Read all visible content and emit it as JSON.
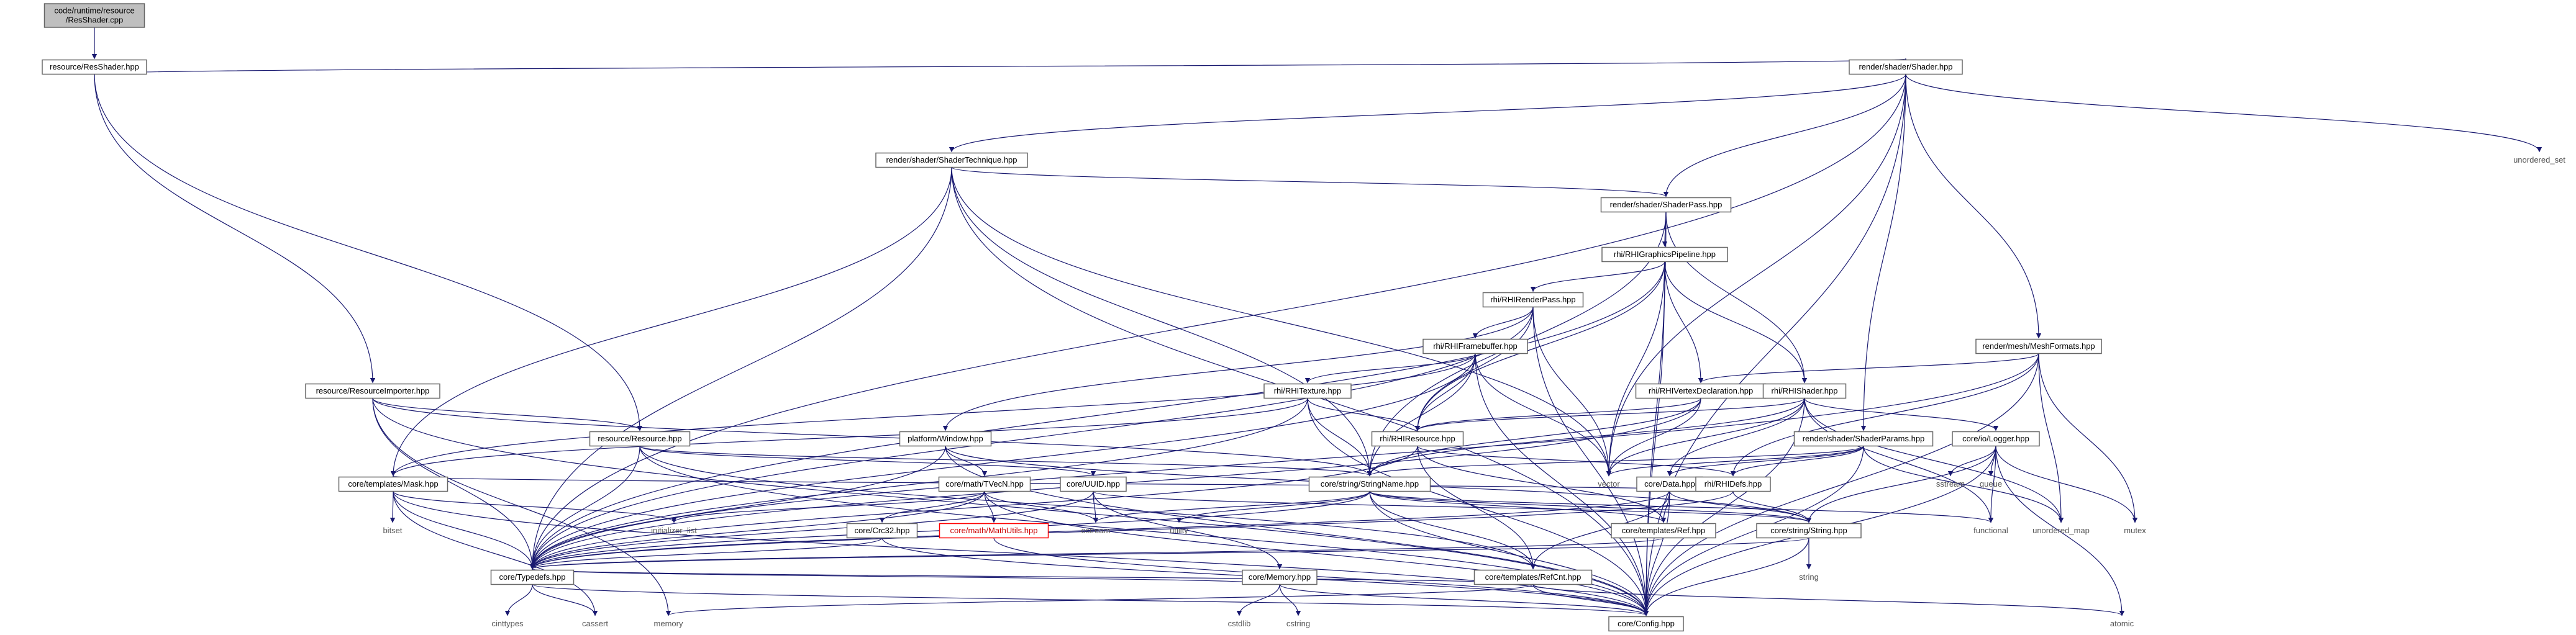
{
  "graph": {
    "edge_color": "#191970",
    "missing_color": "#ff0000",
    "nodes": [
      {
        "id": "res_shader_cpp",
        "lines": [
          "code/runtime/resource",
          "/ResShader.cpp"
        ],
        "kind": "root",
        "icon": "file-icon"
      },
      {
        "id": "res_shader_hpp",
        "lines": [
          "resource/ResShader.hpp"
        ],
        "kind": "box",
        "icon": "file-icon"
      },
      {
        "id": "shader_hpp",
        "lines": [
          "render/shader/Shader.hpp"
        ],
        "kind": "box",
        "icon": "file-icon"
      },
      {
        "id": "unordered_set",
        "lines": [
          "unordered_set"
        ],
        "kind": "plain",
        "icon": "file-icon"
      },
      {
        "id": "shader_technique",
        "lines": [
          "render/shader/ShaderTechnique.hpp"
        ],
        "kind": "box",
        "icon": "file-icon"
      },
      {
        "id": "shader_pass",
        "lines": [
          "render/shader/ShaderPass.hpp"
        ],
        "kind": "box",
        "icon": "file-icon"
      },
      {
        "id": "rhi_graphics_pipeline",
        "lines": [
          "rhi/RHIGraphicsPipeline.hpp"
        ],
        "kind": "box",
        "icon": "file-icon"
      },
      {
        "id": "rhi_render_pass",
        "lines": [
          "rhi/RHIRenderPass.hpp"
        ],
        "kind": "box",
        "icon": "file-icon"
      },
      {
        "id": "mesh_formats",
        "lines": [
          "render/mesh/MeshFormats.hpp"
        ],
        "kind": "box",
        "icon": "file-icon"
      },
      {
        "id": "rhi_framebuffer",
        "lines": [
          "rhi/RHIFramebuffer.hpp"
        ],
        "kind": "box",
        "icon": "file-icon"
      },
      {
        "id": "resource_importer",
        "lines": [
          "resource/ResourceImporter.hpp"
        ],
        "kind": "box",
        "icon": "file-icon"
      },
      {
        "id": "rhi_texture",
        "lines": [
          "rhi/RHITexture.hpp"
        ],
        "kind": "box",
        "icon": "file-icon"
      },
      {
        "id": "rhi_vertex_decl",
        "lines": [
          "rhi/RHIVertexDeclaration.hpp"
        ],
        "kind": "box",
        "icon": "file-icon"
      },
      {
        "id": "rhi_shader",
        "lines": [
          "rhi/RHIShader.hpp"
        ],
        "kind": "box",
        "icon": "file-icon"
      },
      {
        "id": "platform_window",
        "lines": [
          "platform/Window.hpp"
        ],
        "kind": "box",
        "icon": "file-icon"
      },
      {
        "id": "resource_resource",
        "lines": [
          "resource/Resource.hpp"
        ],
        "kind": "box",
        "icon": "file-icon"
      },
      {
        "id": "rhi_resource",
        "lines": [
          "rhi/RHIResource.hpp"
        ],
        "kind": "box",
        "icon": "file-icon"
      },
      {
        "id": "shader_params",
        "lines": [
          "render/shader/ShaderParams.hpp"
        ],
        "kind": "box",
        "icon": "file-icon"
      },
      {
        "id": "logger",
        "lines": [
          "core/io/Logger.hpp"
        ],
        "kind": "box",
        "icon": "file-icon"
      },
      {
        "id": "mask",
        "lines": [
          "core/templates/Mask.hpp"
        ],
        "kind": "box",
        "icon": "file-icon"
      },
      {
        "id": "tvecn",
        "lines": [
          "core/math/TVecN.hpp"
        ],
        "kind": "box",
        "icon": "file-icon"
      },
      {
        "id": "uuid",
        "lines": [
          "core/UUID.hpp"
        ],
        "kind": "box",
        "icon": "file-icon"
      },
      {
        "id": "string_name",
        "lines": [
          "core/string/StringName.hpp"
        ],
        "kind": "box",
        "icon": "file-icon"
      },
      {
        "id": "vector",
        "lines": [
          "vector"
        ],
        "kind": "plain",
        "icon": "file-icon"
      },
      {
        "id": "core_data",
        "lines": [
          "core/Data.hpp"
        ],
        "kind": "box",
        "icon": "file-icon"
      },
      {
        "id": "rhi_defs",
        "lines": [
          "rhi/RHIDefs.hpp"
        ],
        "kind": "box",
        "icon": "file-icon"
      },
      {
        "id": "sstream",
        "lines": [
          "sstream"
        ],
        "kind": "plain",
        "icon": "file-icon"
      },
      {
        "id": "queue",
        "lines": [
          "queue"
        ],
        "kind": "plain",
        "icon": "file-icon"
      },
      {
        "id": "bitset",
        "lines": [
          "bitset"
        ],
        "kind": "plain",
        "icon": "file-icon"
      },
      {
        "id": "initializer_list",
        "lines": [
          "initializer_list"
        ],
        "kind": "plain",
        "icon": "file-icon"
      },
      {
        "id": "crc32",
        "lines": [
          "core/Crc32.hpp"
        ],
        "kind": "box",
        "icon": "file-icon"
      },
      {
        "id": "math_utils",
        "lines": [
          "core/math/MathUtils.hpp"
        ],
        "kind": "missing",
        "icon": "file-icon"
      },
      {
        "id": "ostream",
        "lines": [
          "ostream"
        ],
        "kind": "plain",
        "icon": "file-icon"
      },
      {
        "id": "utility",
        "lines": [
          "utility"
        ],
        "kind": "plain",
        "icon": "file-icon"
      },
      {
        "id": "ref",
        "lines": [
          "core/templates/Ref.hpp"
        ],
        "kind": "box",
        "icon": "file-icon"
      },
      {
        "id": "string_hpp",
        "lines": [
          "core/string/String.hpp"
        ],
        "kind": "box",
        "icon": "file-icon"
      },
      {
        "id": "functional",
        "lines": [
          "functional"
        ],
        "kind": "plain",
        "icon": "file-icon"
      },
      {
        "id": "unordered_map",
        "lines": [
          "unordered_map"
        ],
        "kind": "plain",
        "icon": "file-icon"
      },
      {
        "id": "mutex",
        "lines": [
          "mutex"
        ],
        "kind": "plain",
        "icon": "file-icon"
      },
      {
        "id": "memory_hpp",
        "lines": [
          "core/Memory.hpp"
        ],
        "kind": "box",
        "icon": "file-icon"
      },
      {
        "id": "cstdlib",
        "lines": [
          "cstdlib"
        ],
        "kind": "plain",
        "icon": "file-icon"
      },
      {
        "id": "cstring",
        "lines": [
          "cstring"
        ],
        "kind": "plain",
        "icon": "file-icon"
      },
      {
        "id": "typedefs",
        "lines": [
          "core/Typedefs.hpp"
        ],
        "kind": "box",
        "icon": "file-icon"
      },
      {
        "id": "refcnt",
        "lines": [
          "core/templates/RefCnt.hpp"
        ],
        "kind": "box",
        "icon": "file-icon"
      },
      {
        "id": "string_std",
        "lines": [
          "string"
        ],
        "kind": "plain",
        "icon": "file-icon"
      },
      {
        "id": "cinttypes",
        "lines": [
          "cinttypes"
        ],
        "kind": "plain",
        "icon": "file-icon"
      },
      {
        "id": "cassert",
        "lines": [
          "cassert"
        ],
        "kind": "plain",
        "icon": "file-icon"
      },
      {
        "id": "memory_std",
        "lines": [
          "memory"
        ],
        "kind": "plain",
        "icon": "file-icon"
      },
      {
        "id": "config",
        "lines": [
          "core/Config.hpp"
        ],
        "kind": "box",
        "icon": "file-icon"
      },
      {
        "id": "atomic",
        "lines": [
          "atomic"
        ],
        "kind": "plain",
        "icon": "file-icon"
      }
    ],
    "edges": [
      [
        "res_shader_cpp",
        "res_shader_hpp"
      ],
      [
        "res_shader_hpp",
        "shader_hpp"
      ],
      [
        "res_shader_hpp",
        "resource_importer"
      ],
      [
        "res_shader_hpp",
        "resource_resource"
      ],
      [
        "shader_hpp",
        "unordered_set"
      ],
      [
        "shader_hpp",
        "shader_technique"
      ],
      [
        "shader_hpp",
        "shader_pass"
      ],
      [
        "shader_hpp",
        "mesh_formats"
      ],
      [
        "shader_hpp",
        "shader_params"
      ],
      [
        "shader_hpp",
        "vector"
      ],
      [
        "shader_hpp",
        "config"
      ],
      [
        "shader_hpp",
        "typedefs"
      ],
      [
        "shader_technique",
        "shader_pass"
      ],
      [
        "shader_technique",
        "string_name"
      ],
      [
        "shader_technique",
        "vector"
      ],
      [
        "shader_technique",
        "mask"
      ],
      [
        "shader_technique",
        "typedefs"
      ],
      [
        "shader_technique",
        "config"
      ],
      [
        "shader_pass",
        "rhi_graphics_pipeline"
      ],
      [
        "shader_pass",
        "rhi_shader"
      ],
      [
        "shader_pass",
        "string_name"
      ],
      [
        "shader_pass",
        "config"
      ],
      [
        "rhi_graphics_pipeline",
        "rhi_render_pass"
      ],
      [
        "rhi_graphics_pipeline",
        "rhi_vertex_decl"
      ],
      [
        "rhi_graphics_pipeline",
        "rhi_shader"
      ],
      [
        "rhi_graphics_pipeline",
        "rhi_resource"
      ],
      [
        "rhi_graphics_pipeline",
        "vector"
      ],
      [
        "rhi_graphics_pipeline",
        "typedefs"
      ],
      [
        "rhi_graphics_pipeline",
        "config"
      ],
      [
        "rhi_render_pass",
        "rhi_framebuffer"
      ],
      [
        "rhi_render_pass",
        "rhi_resource"
      ],
      [
        "rhi_render_pass",
        "vector"
      ],
      [
        "rhi_render_pass",
        "typedefs"
      ],
      [
        "rhi_render_pass",
        "platform_window"
      ],
      [
        "rhi_render_pass",
        "config"
      ],
      [
        "mesh_formats",
        "rhi_vertex_decl"
      ],
      [
        "mesh_formats",
        "rhi_defs"
      ],
      [
        "mesh_formats",
        "unordered_map"
      ],
      [
        "mesh_formats",
        "mutex"
      ],
      [
        "mesh_formats",
        "config"
      ],
      [
        "mesh_formats",
        "typedefs"
      ],
      [
        "rhi_framebuffer",
        "rhi_texture"
      ],
      [
        "rhi_framebuffer",
        "rhi_resource"
      ],
      [
        "rhi_framebuffer",
        "vector"
      ],
      [
        "rhi_framebuffer",
        "string_name"
      ],
      [
        "rhi_framebuffer",
        "mask"
      ],
      [
        "rhi_framebuffer",
        "typedefs"
      ],
      [
        "rhi_framebuffer",
        "config"
      ],
      [
        "resource_importer",
        "resource_resource"
      ],
      [
        "resource_importer",
        "string_name"
      ],
      [
        "resource_importer",
        "typedefs"
      ],
      [
        "resource_importer",
        "memory_std"
      ],
      [
        "resource_importer",
        "config"
      ],
      [
        "rhi_texture",
        "rhi_resource"
      ],
      [
        "rhi_texture",
        "string_name"
      ],
      [
        "rhi_texture",
        "mask"
      ],
      [
        "rhi_texture",
        "typedefs"
      ],
      [
        "rhi_texture",
        "config"
      ],
      [
        "rhi_vertex_decl",
        "rhi_resource"
      ],
      [
        "rhi_vertex_decl",
        "vector"
      ],
      [
        "rhi_vertex_decl",
        "string_name"
      ],
      [
        "rhi_vertex_decl",
        "typedefs"
      ],
      [
        "rhi_shader",
        "rhi_resource"
      ],
      [
        "rhi_shader",
        "vector"
      ],
      [
        "rhi_shader",
        "core_data"
      ],
      [
        "rhi_shader",
        "logger"
      ],
      [
        "rhi_shader",
        "unordered_map"
      ],
      [
        "rhi_shader",
        "functional"
      ],
      [
        "rhi_shader",
        "string_name"
      ],
      [
        "rhi_shader",
        "config"
      ],
      [
        "platform_window",
        "tvecn"
      ],
      [
        "platform_window",
        "string_hpp"
      ],
      [
        "platform_window",
        "typedefs"
      ],
      [
        "platform_window",
        "config"
      ],
      [
        "resource_resource",
        "uuid"
      ],
      [
        "resource_resource",
        "string_name"
      ],
      [
        "resource_resource",
        "typedefs"
      ],
      [
        "resource_resource",
        "refcnt"
      ],
      [
        "resource_resource",
        "config"
      ],
      [
        "rhi_resource",
        "rhi_defs"
      ],
      [
        "rhi_resource",
        "refcnt"
      ],
      [
        "rhi_resource",
        "ref"
      ],
      [
        "rhi_resource",
        "typedefs"
      ],
      [
        "shader_params",
        "rhi_defs"
      ],
      [
        "shader_params",
        "core_data"
      ],
      [
        "shader_params",
        "string_name"
      ],
      [
        "shader_params",
        "vector"
      ],
      [
        "shader_params",
        "unordered_map"
      ],
      [
        "shader_params",
        "config"
      ],
      [
        "logger",
        "sstream"
      ],
      [
        "logger",
        "queue"
      ],
      [
        "logger",
        "functional"
      ],
      [
        "logger",
        "mutex"
      ],
      [
        "logger",
        "string_hpp"
      ],
      [
        "logger",
        "atomic"
      ],
      [
        "logger",
        "config"
      ],
      [
        "mask",
        "bitset"
      ],
      [
        "mask",
        "initializer_list"
      ],
      [
        "mask",
        "typedefs"
      ],
      [
        "mask",
        "cassert"
      ],
      [
        "mask",
        "config"
      ],
      [
        "tvecn",
        "crc32"
      ],
      [
        "tvecn",
        "math_utils"
      ],
      [
        "tvecn",
        "ostream"
      ],
      [
        "tvecn",
        "initializer_list"
      ],
      [
        "tvecn",
        "typedefs"
      ],
      [
        "tvecn",
        "config"
      ],
      [
        "uuid",
        "ostream"
      ],
      [
        "uuid",
        "string_hpp"
      ],
      [
        "uuid",
        "typedefs"
      ],
      [
        "uuid",
        "memory_hpp"
      ],
      [
        "string_name",
        "string_hpp"
      ],
      [
        "string_name",
        "ref"
      ],
      [
        "string_name",
        "refcnt"
      ],
      [
        "string_name",
        "utility"
      ],
      [
        "string_name",
        "ostream"
      ],
      [
        "string_name",
        "functional"
      ],
      [
        "string_name",
        "typedefs"
      ],
      [
        "string_name",
        "config"
      ],
      [
        "core_data",
        "ref"
      ],
      [
        "core_data",
        "refcnt"
      ],
      [
        "core_data",
        "string_hpp"
      ],
      [
        "core_data",
        "typedefs"
      ],
      [
        "core_data",
        "config"
      ],
      [
        "rhi_defs",
        "string_hpp"
      ],
      [
        "rhi_defs",
        "mask"
      ],
      [
        "rhi_defs",
        "typedefs"
      ],
      [
        "crc32",
        "typedefs"
      ],
      [
        "crc32",
        "config"
      ],
      [
        "math_utils",
        "config"
      ],
      [
        "ref",
        "typedefs"
      ],
      [
        "string_hpp",
        "string_std"
      ],
      [
        "string_hpp",
        "typedefs"
      ],
      [
        "string_hpp",
        "config"
      ],
      [
        "memory_hpp",
        "cstdlib"
      ],
      [
        "memory_hpp",
        "cstring"
      ],
      [
        "memory_hpp",
        "typedefs"
      ],
      [
        "memory_hpp",
        "config"
      ],
      [
        "typedefs",
        "cinttypes"
      ],
      [
        "typedefs",
        "cassert"
      ],
      [
        "typedefs",
        "config"
      ],
      [
        "refcnt",
        "typedefs"
      ],
      [
        "refcnt",
        "memory_std"
      ],
      [
        "refcnt",
        "atomic"
      ],
      [
        "refcnt",
        "config"
      ]
    ]
  }
}
